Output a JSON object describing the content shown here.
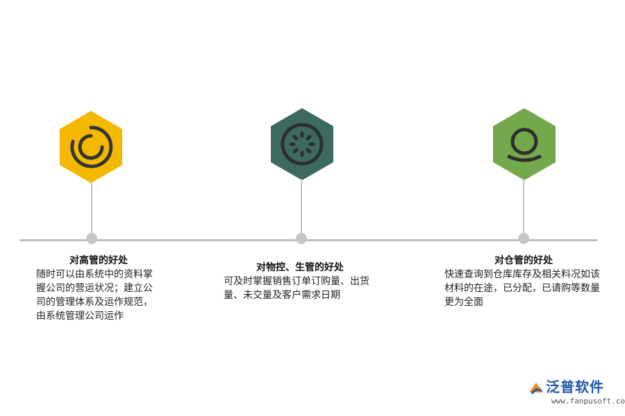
{
  "items": [
    {
      "title": "对高管的好处",
      "body": "随时可以由系统中的资料掌握公司的营运状况；建立公司的管理体系及运作规范，由系统管理公司运作",
      "color": "#f5b800",
      "icon": "circular-arc-icon"
    },
    {
      "title": "对物控、生管的好处",
      "body": "可及时掌握销售订单订购量、出货量、未交量及客户需求日期",
      "color": "#3d6a5f",
      "icon": "dotted-ring-icon"
    },
    {
      "title": "对仓管的好处",
      "body": "快速查询到仓库库存及相关料况如该材料的在途，已分配，已请购等数量更为全面",
      "color": "#74a84c",
      "icon": "ring-with-base-icon"
    }
  ],
  "logo": {
    "brand": "泛普软件",
    "url": "www.fanpusoft.com"
  }
}
